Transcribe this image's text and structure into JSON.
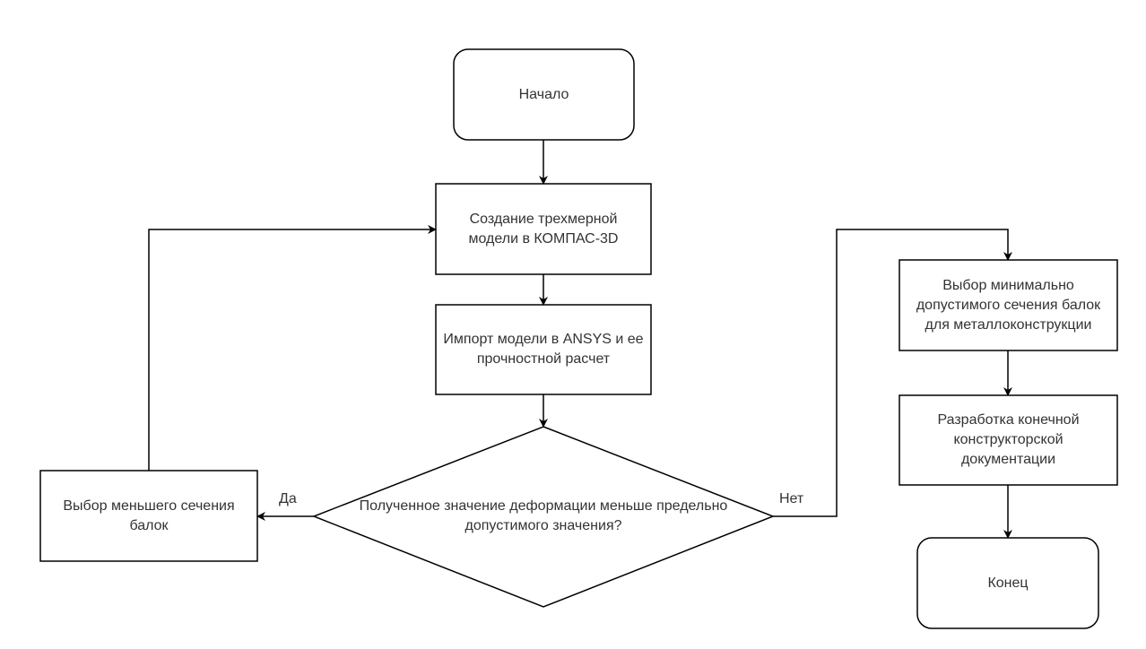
{
  "diagram": {
    "type": "flowchart",
    "nodes": {
      "start": {
        "label": "Начало",
        "shape": "terminator"
      },
      "create_model": {
        "label": "Создание трехмерной модели в КОМПАС-3D",
        "shape": "process"
      },
      "import_ansys": {
        "label": "Импорт модели в ANSYS и ее прочностной расчет",
        "shape": "process"
      },
      "decision": {
        "label": "Полученное значение деформации меньше предельно допустимого значения?",
        "shape": "decision"
      },
      "smaller_section": {
        "label": "Выбор меньшего сечения балок",
        "shape": "process"
      },
      "min_section": {
        "label": "Выбор минимально допустимого сечения балок для металлоконструкции",
        "shape": "process"
      },
      "final_docs": {
        "label": "Разработка конечной конструкторской документации",
        "shape": "process"
      },
      "end": {
        "label": "Конец",
        "shape": "terminator"
      }
    },
    "edges": [
      {
        "from": "start",
        "to": "create_model",
        "label": ""
      },
      {
        "from": "create_model",
        "to": "import_ansys",
        "label": ""
      },
      {
        "from": "import_ansys",
        "to": "decision",
        "label": ""
      },
      {
        "from": "decision",
        "to": "smaller_section",
        "label": "Да"
      },
      {
        "from": "smaller_section",
        "to": "create_model",
        "label": ""
      },
      {
        "from": "decision",
        "to": "min_section",
        "label": "Нет"
      },
      {
        "from": "min_section",
        "to": "final_docs",
        "label": ""
      },
      {
        "from": "final_docs",
        "to": "end",
        "label": ""
      }
    ],
    "edge_labels": {
      "yes": "Да",
      "no": "Нет"
    },
    "colors": {
      "stroke": "#000000",
      "text": "#333333",
      "background": "#ffffff"
    }
  }
}
